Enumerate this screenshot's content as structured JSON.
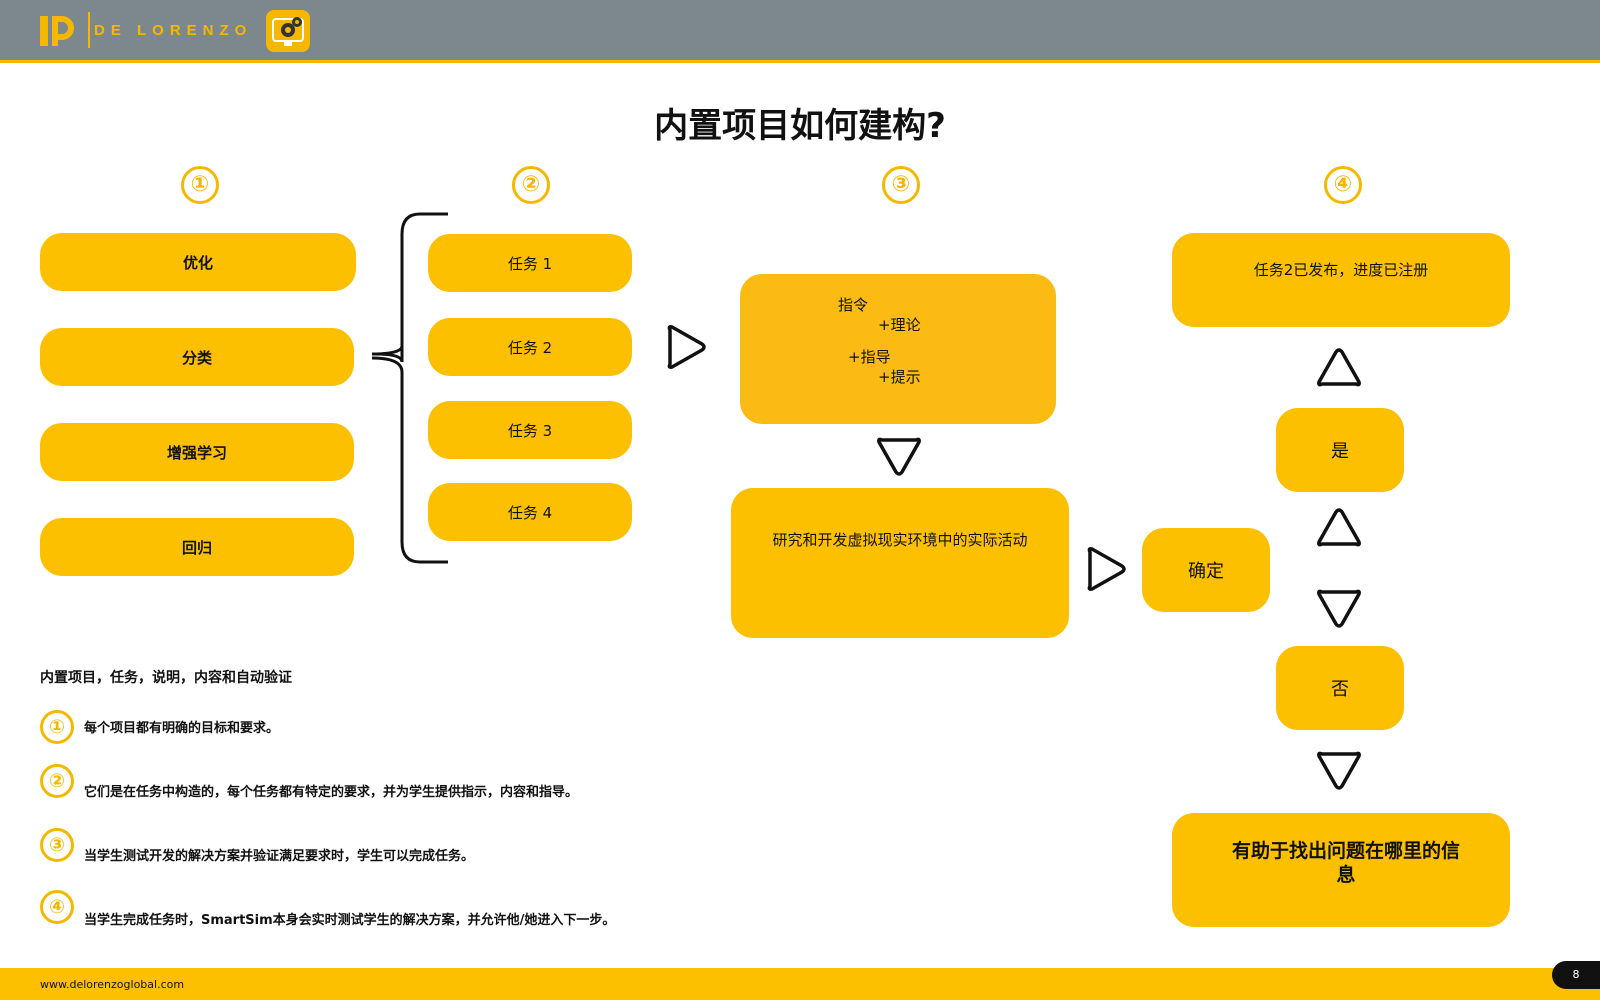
{
  "header": {
    "brand": "DE LORENZO",
    "logo_icon": "dl-logo-icon",
    "app_icon": "gear-monitor-icon"
  },
  "title": "内置项目如何建构?",
  "steps": [
    "①",
    "②",
    "③",
    "④"
  ],
  "column1": [
    "优化",
    "分类",
    "增强学习",
    "回归"
  ],
  "column2": [
    "任务 1",
    "任务 2",
    "任务 3",
    "任务 4"
  ],
  "instruction_box": {
    "line1": "指令",
    "line2": "+理论",
    "line3": "+指导",
    "line4": "+提示"
  },
  "activity_box": "研究和开发虚拟现实环境中的实际活动",
  "confirm": "确定",
  "published_box": "任务2已发布，进度已注册",
  "yes": "是",
  "no": "否",
  "info_box": "有助于找出问题在哪里的信息",
  "legend": {
    "heading": "内置项目，任务，说明，内容和自动验证",
    "items": [
      {
        "num": "①",
        "text": "每个项目都有明确的目标和要求。"
      },
      {
        "num": "②",
        "text": "它们是在任务中构造的，每个任务都有特定的要求，并为学生提供指示，内容和指导。"
      },
      {
        "num": "③",
        "text": "当学生测试开发的解决方案并验证满足要求时，学生可以完成任务。"
      },
      {
        "num": "④",
        "text": "当学生完成任务时，SmartSim本身会实时测试学生的解决方案，并允许他/她进入下一步。"
      }
    ]
  },
  "footer": {
    "url": "www.delorenzoglobal.com",
    "page": "8"
  },
  "colors": {
    "accent": "#fcc000",
    "header_bg": "#7d888e",
    "text": "#111111"
  }
}
